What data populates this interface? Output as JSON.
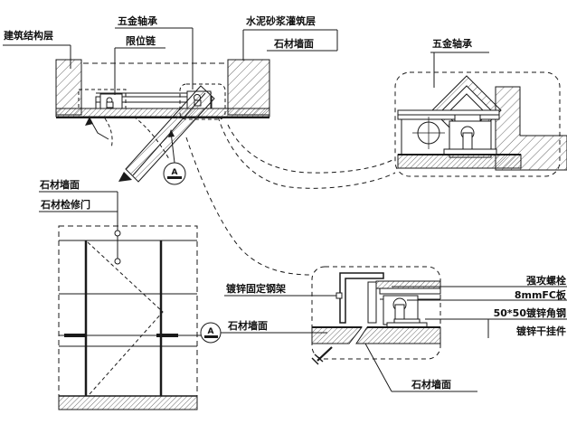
{
  "colors": {
    "ink": "#1a1a1a",
    "background": "#ffffff"
  },
  "labels": {
    "top_left_section": {
      "building_structure_layer": "建筑结构层",
      "hardware_bearing": "五金轴承",
      "limit_chain": "限位链",
      "cement_mortar_layer": "水泥砂浆灌筑层",
      "stone_wall_surface": "石材墙面"
    },
    "top_right_detail": {
      "hardware_bearing": "五金轴承"
    },
    "elevation": {
      "stone_wall_surface": "石材墙面",
      "stone_access_door": "石材检修门"
    },
    "bottom_detail": {
      "galvanized_fixed_steel_frame": "镀锌固定钢架",
      "stone_wall_surface_left": "石材墙面",
      "stone_wall_surface_bottom": "石材墙面",
      "expansion_bolt": "强攻螺栓",
      "fc_board": "8mmFC板",
      "galvanized_angle_steel": "50*50镀锌角钢",
      "galvanized_dry_hanger": "镀锌干挂件"
    },
    "markers": {
      "detail_a": "A"
    }
  }
}
